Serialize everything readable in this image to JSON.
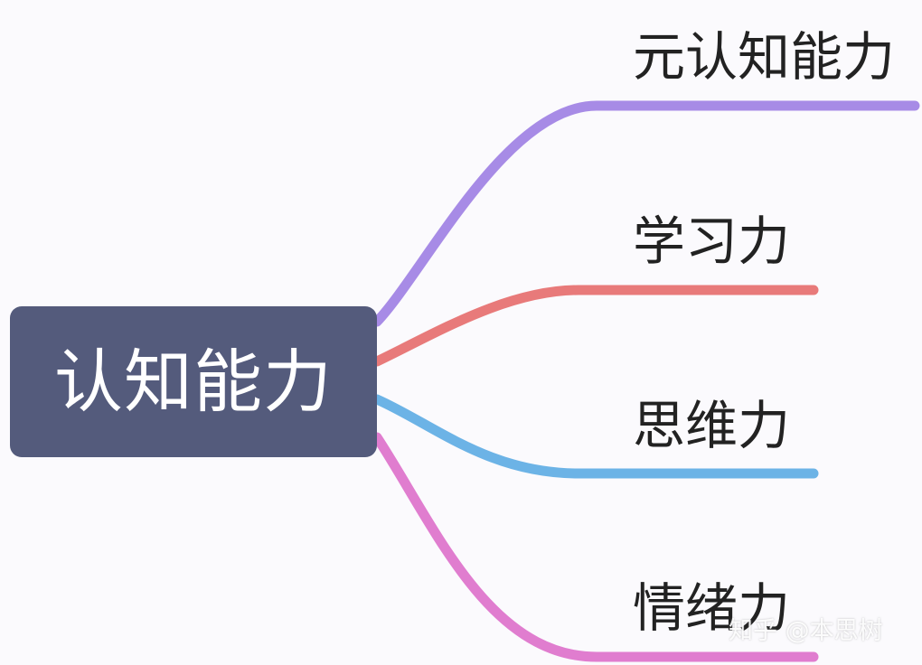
{
  "central_topic": {
    "label": "认知能力",
    "color": "#545b7c"
  },
  "branches": [
    {
      "label": "元认知能力",
      "color": "#a78be6"
    },
    {
      "label": "学习力",
      "color": "#e87a7a"
    },
    {
      "label": "思维力",
      "color": "#6cb3e6"
    },
    {
      "label": "情绪力",
      "color": "#e07dcf"
    }
  ],
  "watermark": {
    "text": "知乎 @本思树"
  }
}
